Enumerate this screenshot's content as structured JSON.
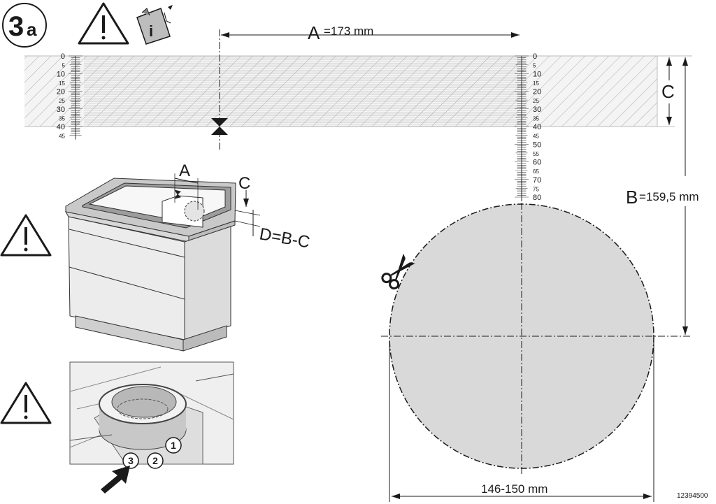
{
  "step": {
    "number": "3",
    "suffix": "a"
  },
  "dimensions": {
    "a_letter": "A",
    "a_value": "=173 mm",
    "b_letter": "B",
    "b_value": "=159,5 mm",
    "c_letter": "C",
    "diameter": "146-150 mm"
  },
  "cabinet_labels": {
    "a": "A",
    "c": "C",
    "d_formula": "D=B-C"
  },
  "photo_callouts": [
    "1",
    "2",
    "3"
  ],
  "ruler_left": {
    "labels": [
      "0",
      "5",
      "10",
      "15",
      "20",
      "25",
      "30",
      "35",
      "40",
      "45"
    ]
  },
  "ruler_right": {
    "labels": [
      "0",
      "5",
      "10",
      "15",
      "20",
      "25",
      "30",
      "35",
      "40",
      "45",
      "50",
      "55",
      "60",
      "65",
      "70",
      "75",
      "80"
    ]
  },
  "document_number": "12394500",
  "colors": {
    "cutout_fill": "#d9d9d9",
    "board_fill": "#f4f4f4",
    "line": "#1a1a1a"
  },
  "icons": [
    "warning-triangle-icon",
    "info-manual-icon",
    "scissors-icon",
    "push-arrow-icon"
  ]
}
